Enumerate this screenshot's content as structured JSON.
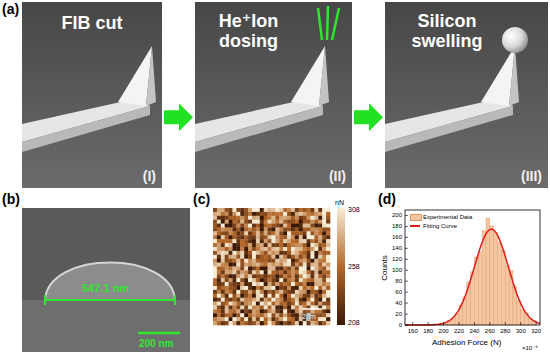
{
  "diagram": {
    "nodes": [
      {
        "text": [
          "FIB cut",
          "(I)"
        ]
      },
      {
        "text": [
          "He⁺Ion dosing",
          "(II)"
        ]
      },
      {
        "text": [
          "Silicon swelling",
          "(III)"
        ]
      }
    ],
    "edges": [
      {
        "from": 0,
        "to": 1,
        "arrow": "to"
      },
      {
        "from": 1,
        "to": 2,
        "arrow": "to"
      }
    ],
    "labels": [
      "(a)",
      "(b)",
      "(c)",
      "(d)",
      "547.1 nm",
      "200 nm",
      "nN",
      "308",
      "258",
      "208",
      "2μm",
      "Counts",
      "Adhesion Force (N)",
      "×10⁻⁹",
      "0",
      "20",
      "40",
      "60",
      "80",
      "100",
      "120",
      "140",
      "160",
      "180",
      "200",
      "160",
      "180",
      "200",
      "220",
      "240",
      "260",
      "280",
      "300",
      "320"
    ],
    "legend": [
      {
        "text": "Experimental Data",
        "color": "#f5c6a0"
      },
      {
        "text": "Fitting Curve"
      }
    ]
  }
}
